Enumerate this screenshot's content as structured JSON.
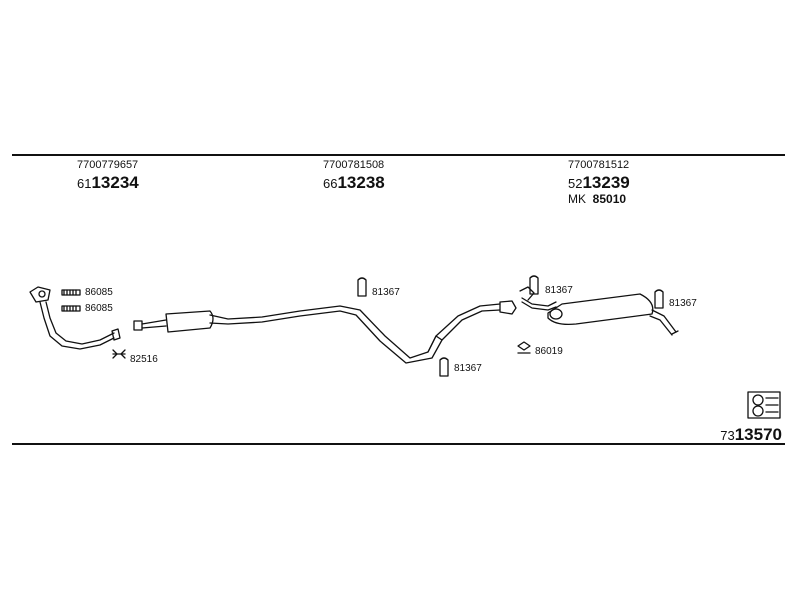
{
  "parts": [
    {
      "oem": "7700779657",
      "code_prefix": "61",
      "code_main": "13234"
    },
    {
      "oem": "7700781508",
      "code_prefix": "66",
      "code_main": "13238"
    },
    {
      "oem": "7700781512",
      "code_prefix": "52",
      "code_main": "13239",
      "extra_prefix": "MK",
      "extra_code": "85010"
    }
  ],
  "labels": {
    "clamp_a": "86085",
    "clamp_b": "86085",
    "gasket": "82516",
    "hanger_1": "81367",
    "hanger_2": "81367",
    "hanger_3": "81367",
    "hanger_4": "81367",
    "clamp_rear": "86019"
  },
  "figure": {
    "prefix": "73",
    "main": "13570"
  },
  "colors": {
    "line": "#111111",
    "background": "#ffffff"
  }
}
